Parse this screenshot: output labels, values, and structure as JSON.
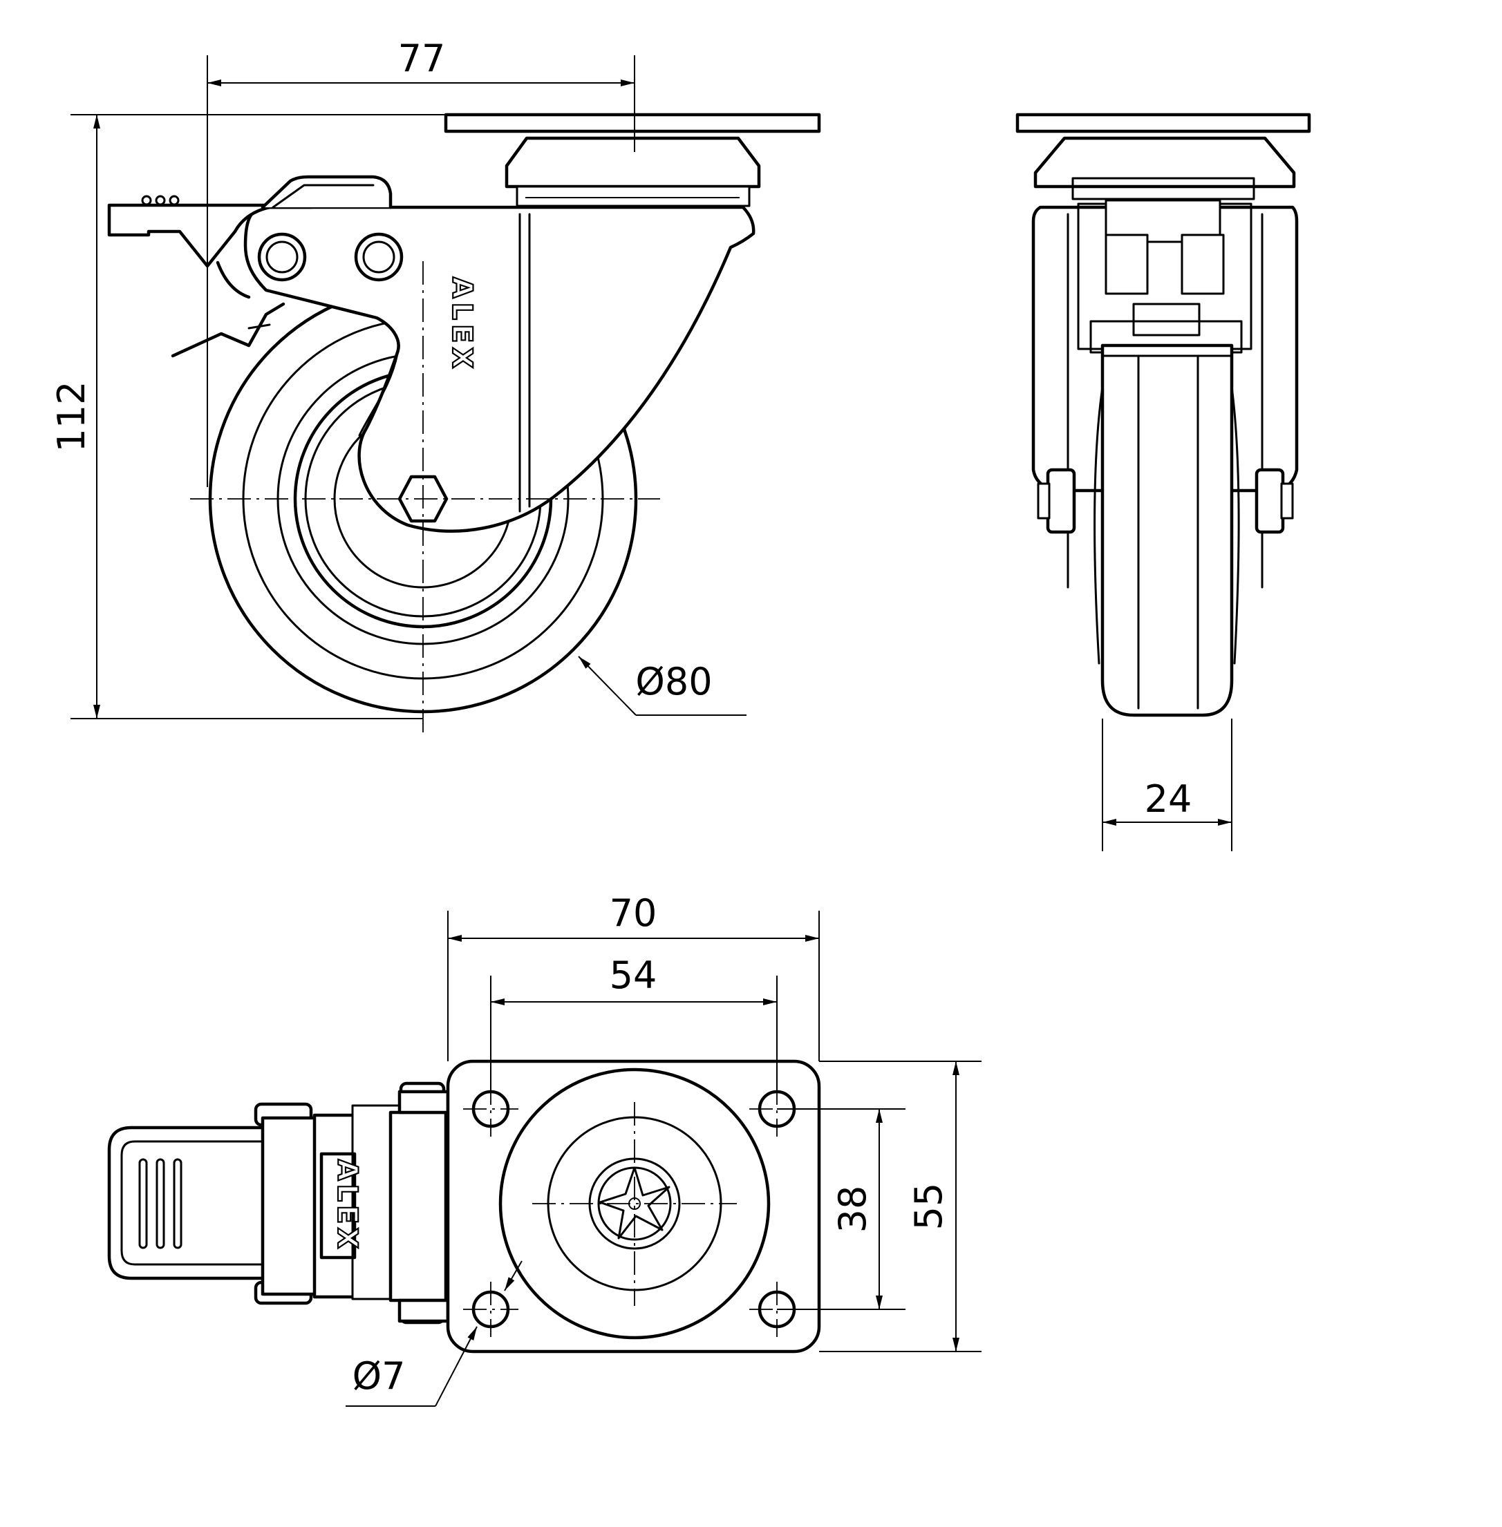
{
  "brand": {
    "side_view_label": "ALEX",
    "top_view_label": "ALEX"
  },
  "dimensions": {
    "offset": "77",
    "height": "112",
    "wheel_diameter": "Ø80",
    "wheel_width": "24",
    "plate_width": "70",
    "bolt_spacing_x": "54",
    "bolt_spacing_y": "38",
    "plate_depth": "55",
    "bolt_hole_diameter": "Ø7"
  },
  "colors": {
    "line": "#000000",
    "background": "#ffffff"
  }
}
